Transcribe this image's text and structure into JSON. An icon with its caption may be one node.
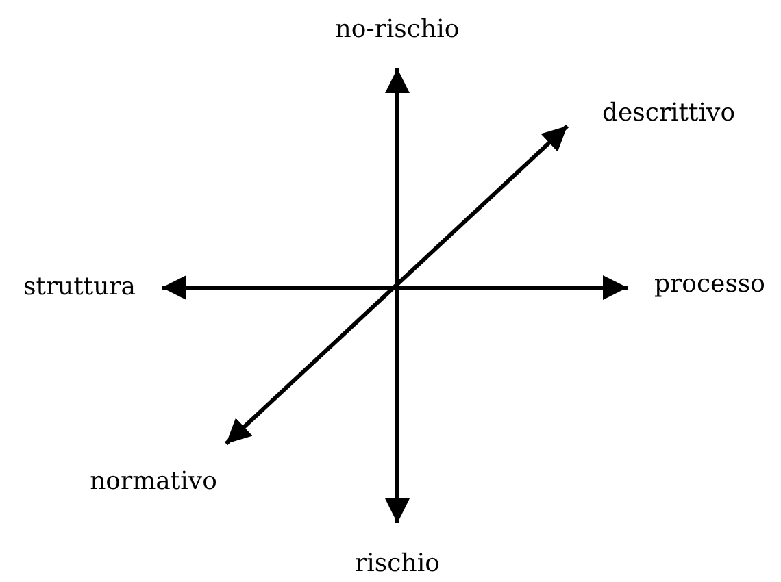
{
  "diagram": {
    "labels": [
      "no-rischio",
      "descrittivo",
      "struttura",
      "processo",
      "normativo",
      "rischio"
    ]
  }
}
